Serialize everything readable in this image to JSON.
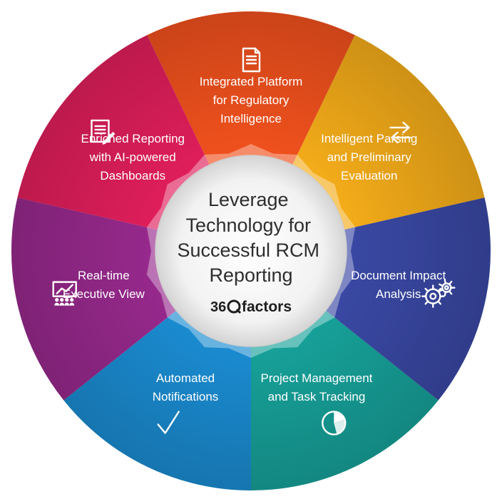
{
  "center": {
    "title_lines": [
      "Leverage",
      "Technology for",
      "Successful RCM",
      "Reporting"
    ],
    "brand": {
      "prefix": "36",
      "word": "factors"
    }
  },
  "segments": [
    {
      "id": "integrated-platform",
      "color": "#F7531E",
      "icon": "document-icon",
      "label_lines": [
        "Integrated Platform",
        "for Regulatory",
        "Intelligence"
      ]
    },
    {
      "id": "intelligent-parsing",
      "color": "#FBB11A",
      "icon": "swap-arrows-icon",
      "label_lines": [
        "Intelligent Parsing",
        "and Preliminary",
        "Evaluation"
      ]
    },
    {
      "id": "document-impact",
      "color": "#3B4AA8",
      "icon": "gears-icon",
      "label_lines": [
        "Document Impact",
        "Analysis"
      ]
    },
    {
      "id": "project-management",
      "color": "#17A59D",
      "icon": "pie-chart-icon",
      "label_lines": [
        "Project Management",
        "and Task Tracking"
      ]
    },
    {
      "id": "automated-notifications",
      "color": "#1B8FD6",
      "icon": "checkmark-icon",
      "label_lines": [
        "Automated",
        "Notifications"
      ]
    },
    {
      "id": "realtime-executive",
      "color": "#9B2A90",
      "icon": "presentation-board-icon",
      "label_lines": [
        "Real-time",
        "Executive View"
      ]
    },
    {
      "id": "enriched-reporting",
      "color": "#E61F5E",
      "icon": "edit-document-icon",
      "label_lines": [
        "Enriched Reporting",
        "with AI-powered",
        "Dashboards"
      ]
    }
  ]
}
